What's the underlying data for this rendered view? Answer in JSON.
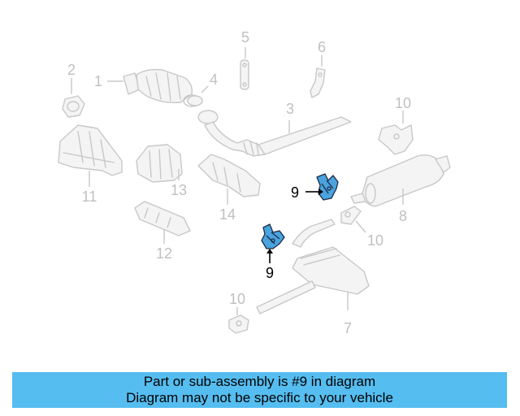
{
  "diagram": {
    "highlight_color": "#4aa3df",
    "callouts": {
      "c1": "1",
      "c2": "2",
      "c3": "3",
      "c4": "4",
      "c5": "5",
      "c6": "6",
      "c7": "7",
      "c8": "8",
      "c9a": "9",
      "c9b": "9",
      "c10a": "10",
      "c10b": "10",
      "c10c": "10",
      "c11": "11",
      "c12": "12",
      "c13": "13",
      "c14": "14"
    }
  },
  "banner": {
    "line1": "Part or sub-assembly is #9 in diagram",
    "line2": "Diagram may not be specific to your vehicle",
    "color": "#55bdf0"
  }
}
